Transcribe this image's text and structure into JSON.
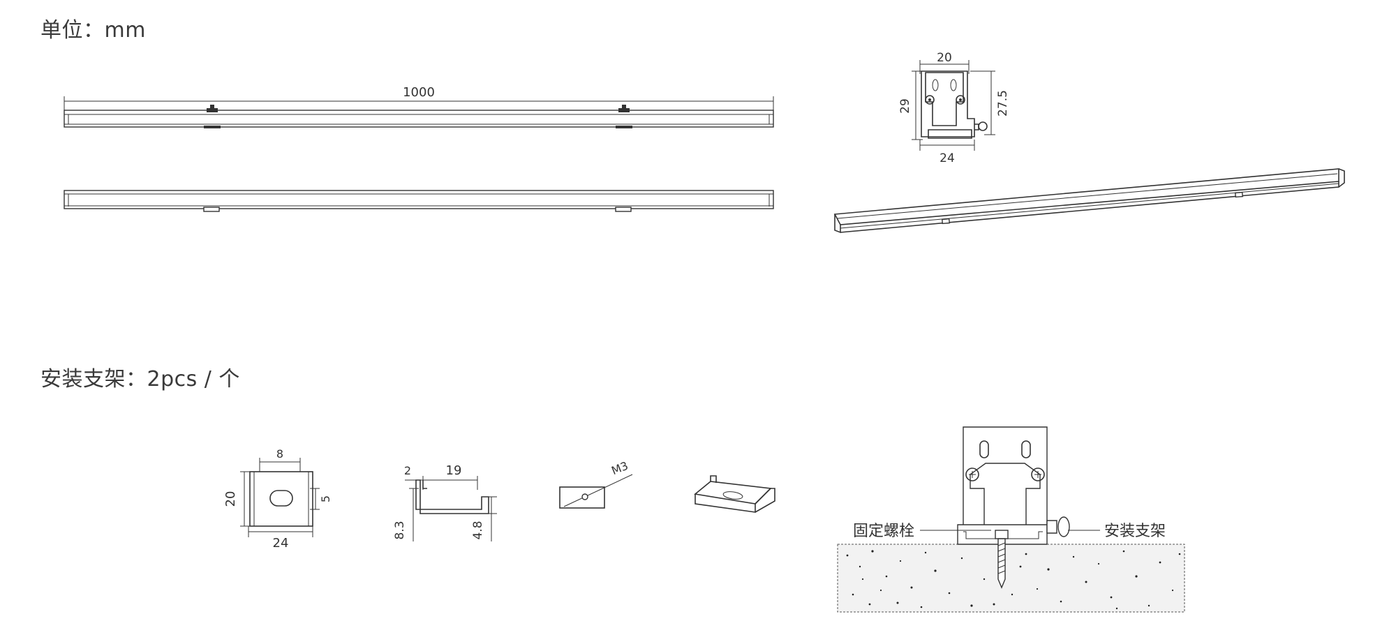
{
  "headings": {
    "unit": "单位：mm",
    "bracket": "安装支架：2pcs / 个"
  },
  "profile": {
    "length_label": "1000",
    "section_width_top": "20",
    "section_height_left": "29",
    "section_height_right": "27.5",
    "section_width_bottom": "24"
  },
  "bracket": {
    "slot_width": "8",
    "height": "20",
    "slot_height": "5",
    "width": "24",
    "lip": "2",
    "channel_width": "19",
    "depth_outer": "8.3",
    "depth_inner": "4.8",
    "screw": "M3"
  },
  "install": {
    "bolt_label": "固定螺栓",
    "bracket_label": "安装支架"
  }
}
